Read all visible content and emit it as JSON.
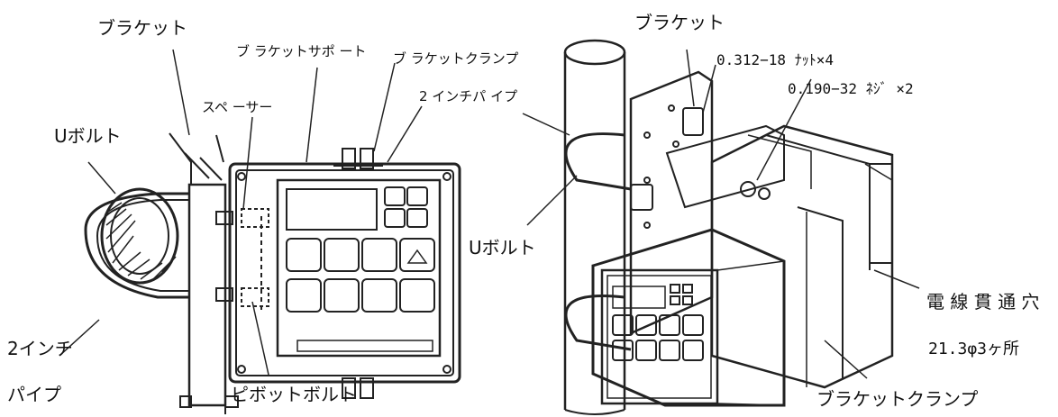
{
  "labels": {
    "bracket_left": "ブラケット",
    "bracket_support": "ブ ラケットサポ ート",
    "bracket_clamp_top": "ブ ラケットクランプ",
    "pipe_2in_top": "2 インチパ イプ",
    "spacer": "スペ ーサー",
    "u_bolt_left": "Uボルト",
    "pipe_2in_left_1": "2インチ",
    "pipe_2in_left_2": "パイプ",
    "pivot_bolt": "ピボットボルト",
    "bracket_right": "ブラケット",
    "nut": "0.312−18 ﾅｯﾄ×4",
    "screw": "0.190−32 ﾈｼﾞ ×2",
    "u_bolt_right": "Uボルト",
    "cable_hole_1": "電 線 貫 通 穴",
    "cable_hole_2": "21.3φ3ヶ所",
    "bracket_clamp_bottom": "ブラケットクランプ"
  },
  "colors": {
    "line": "#222222",
    "paper": "#ffffff"
  }
}
